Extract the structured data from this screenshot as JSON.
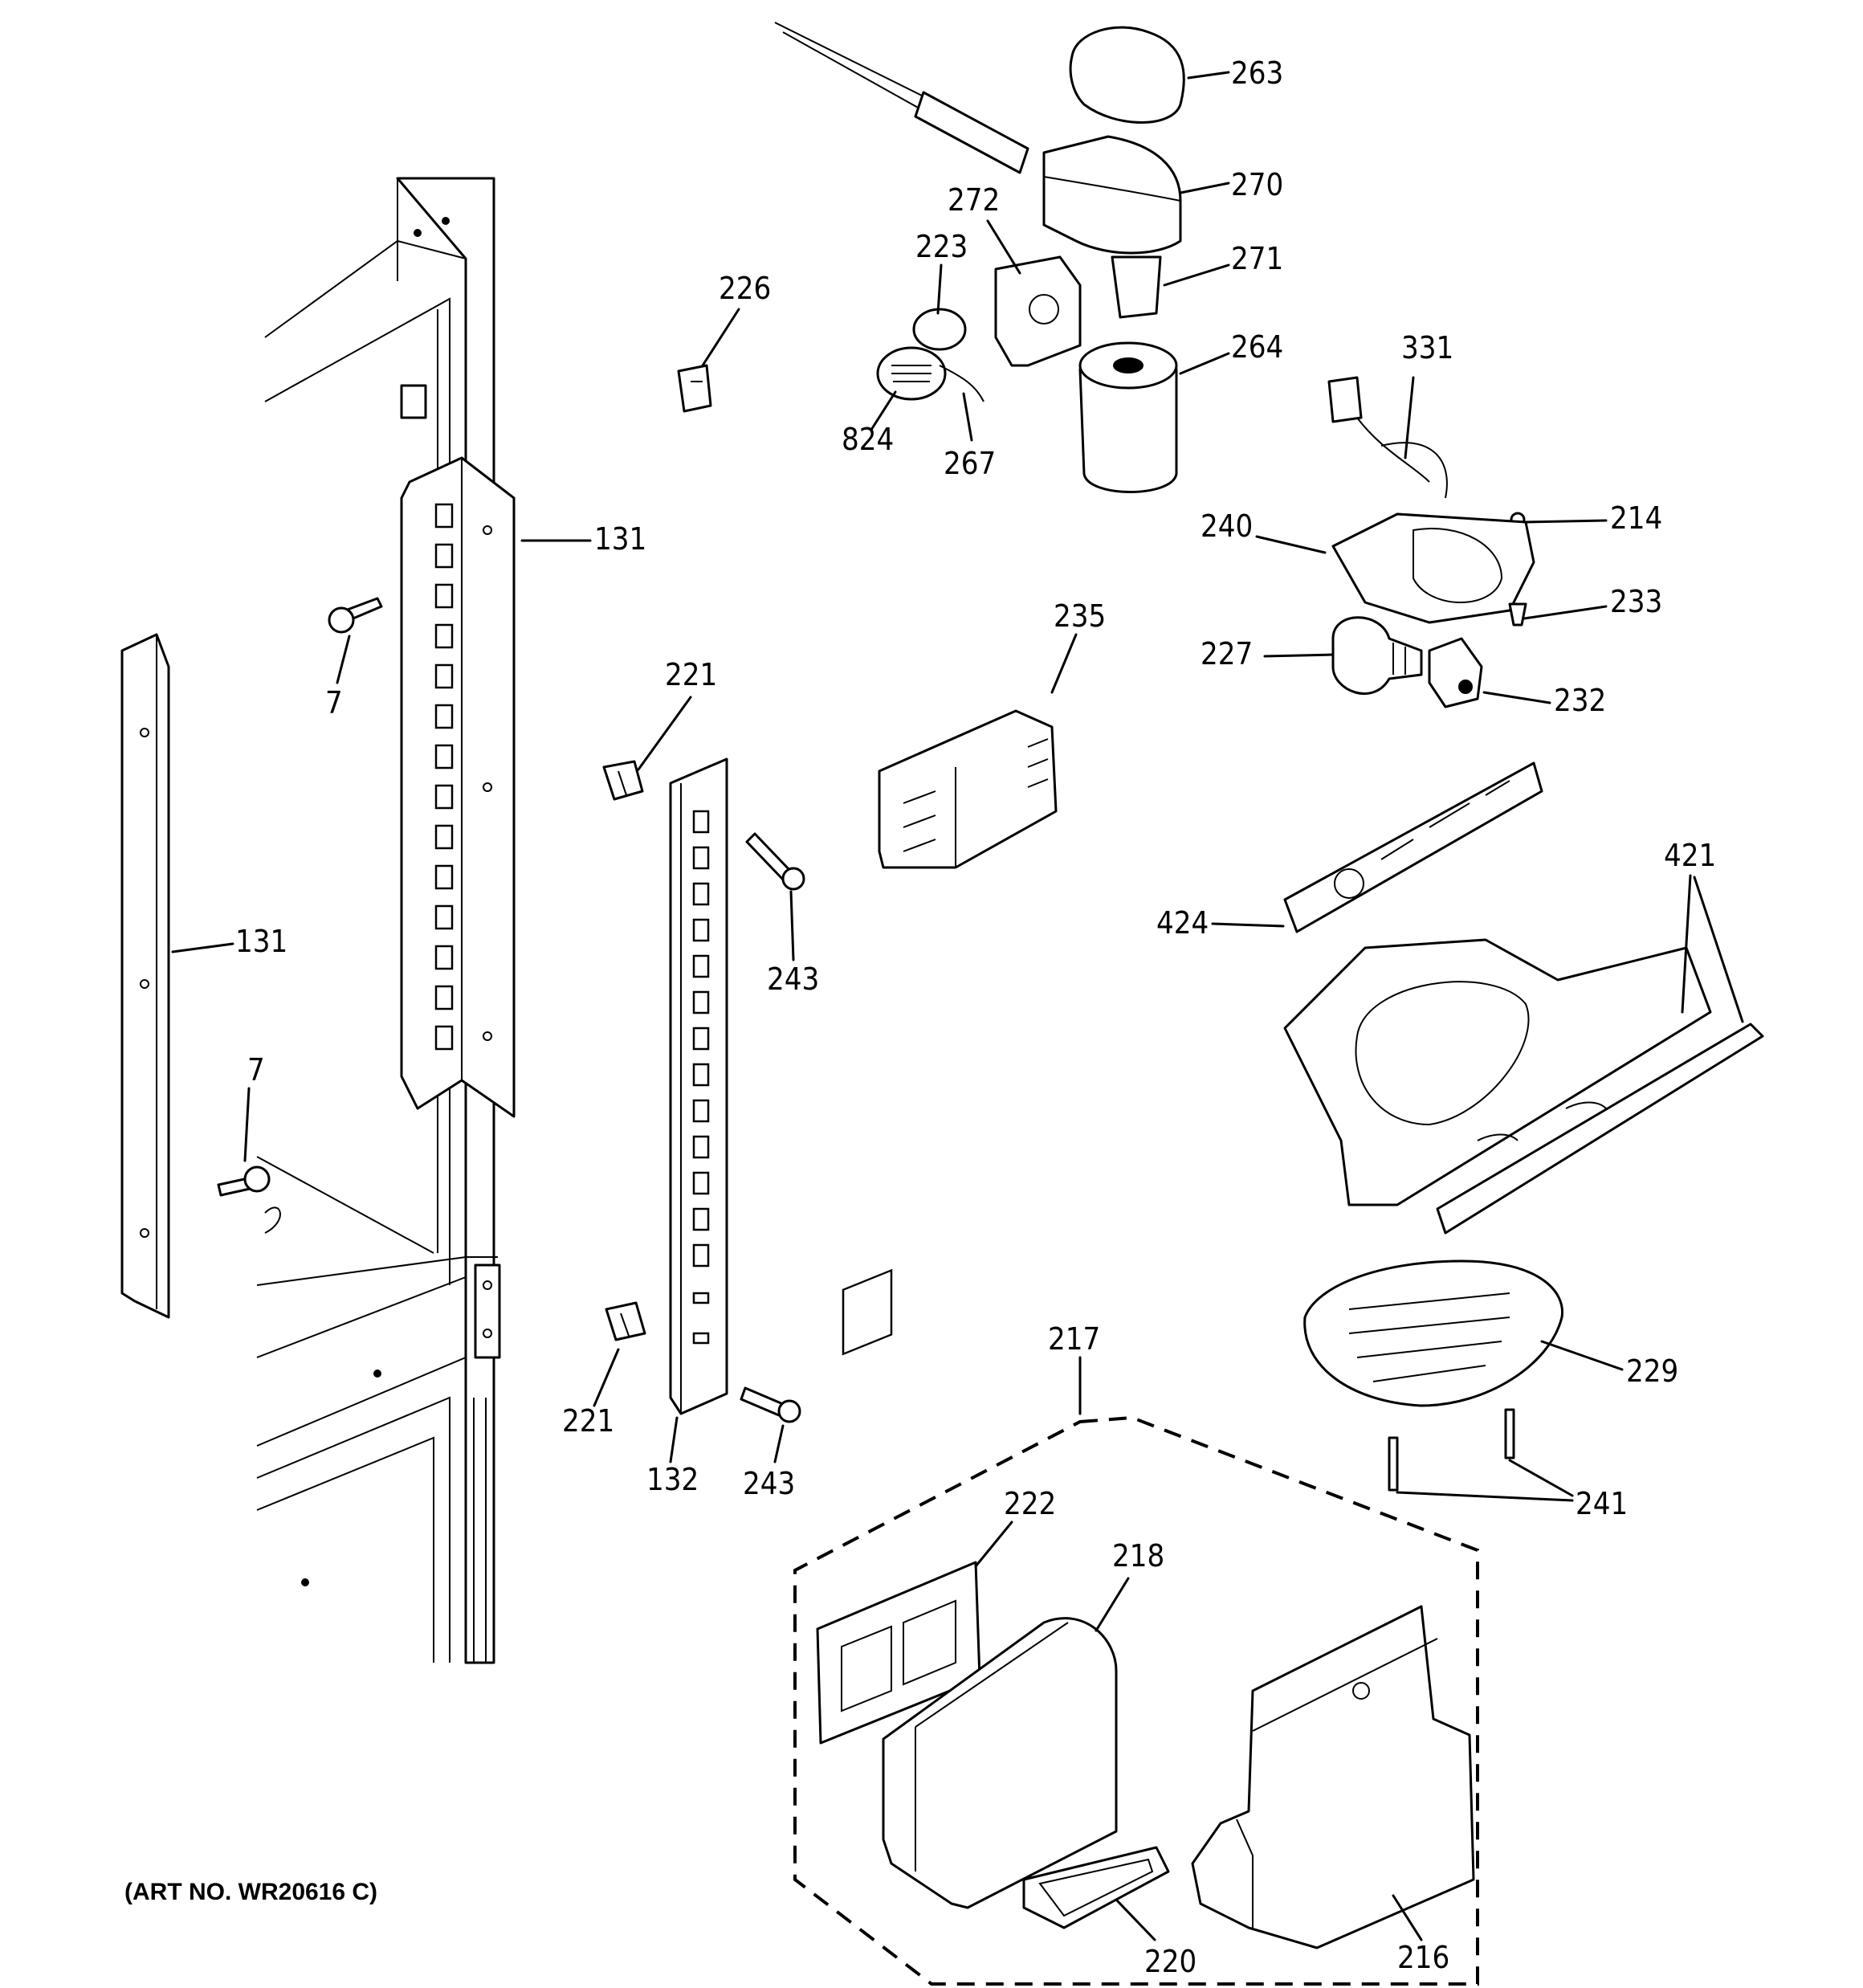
{
  "art_number": "(ART NO. WR20616 C)",
  "callouts": [
    {
      "id": "c263",
      "label": "263"
    },
    {
      "id": "c270",
      "label": "270"
    },
    {
      "id": "c271",
      "label": "271"
    },
    {
      "id": "c272",
      "label": "272"
    },
    {
      "id": "c223",
      "label": "223"
    },
    {
      "id": "c226",
      "label": "226"
    },
    {
      "id": "c264",
      "label": "264"
    },
    {
      "id": "c824",
      "label": "824"
    },
    {
      "id": "c267",
      "label": "267"
    },
    {
      "id": "c331",
      "label": "331"
    },
    {
      "id": "c214",
      "label": "214"
    },
    {
      "id": "c240",
      "label": "240"
    },
    {
      "id": "c233",
      "label": "233"
    },
    {
      "id": "c227",
      "label": "227"
    },
    {
      "id": "c232",
      "label": "232"
    },
    {
      "id": "c235",
      "label": "235"
    },
    {
      "id": "c131a",
      "label": "131"
    },
    {
      "id": "c7a",
      "label": "7"
    },
    {
      "id": "c221a",
      "label": "221"
    },
    {
      "id": "c243a",
      "label": "243"
    },
    {
      "id": "c131b",
      "label": "131"
    },
    {
      "id": "c7b",
      "label": "7"
    },
    {
      "id": "c421",
      "label": "421"
    },
    {
      "id": "c424",
      "label": "424"
    },
    {
      "id": "c221b",
      "label": "221"
    },
    {
      "id": "c132",
      "label": "132"
    },
    {
      "id": "c243b",
      "label": "243"
    },
    {
      "id": "c217",
      "label": "217"
    },
    {
      "id": "c229",
      "label": "229"
    },
    {
      "id": "c241",
      "label": "241"
    },
    {
      "id": "c222",
      "label": "222"
    },
    {
      "id": "c218",
      "label": "218"
    },
    {
      "id": "c220",
      "label": "220"
    },
    {
      "id": "c216",
      "label": "216"
    }
  ]
}
